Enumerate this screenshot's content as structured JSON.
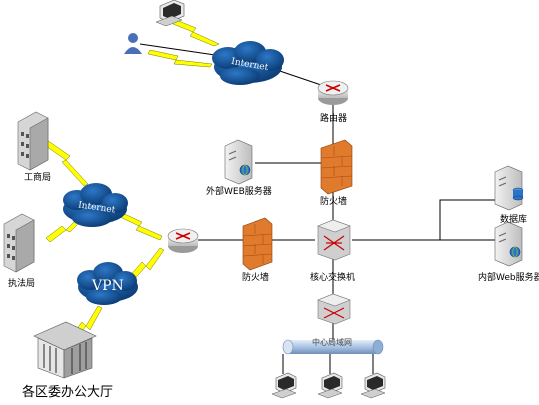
{
  "labels": {
    "router_top": "路由器",
    "firewall_top": "防火墙",
    "ext_web_server": "外部WEB服务器",
    "gongshang": "工商局",
    "zhifa": "执法局",
    "firewall_mid": "防火墙",
    "core_switch": "核心交换机",
    "database": "数据库",
    "int_web_server": "内部Web服务器",
    "lan_pipe": "中心局域网",
    "district_hall": "各区委办公大厅"
  },
  "clouds": {
    "internet_top": "Internet",
    "internet_left": "Internet",
    "vpn": "VPN"
  },
  "colors": {
    "cloud": "#0d4a8c",
    "firewall": "#e07a2c",
    "lightning": "#ffff00",
    "router": "#d9d9d9",
    "pipe": "#b9cde6"
  }
}
